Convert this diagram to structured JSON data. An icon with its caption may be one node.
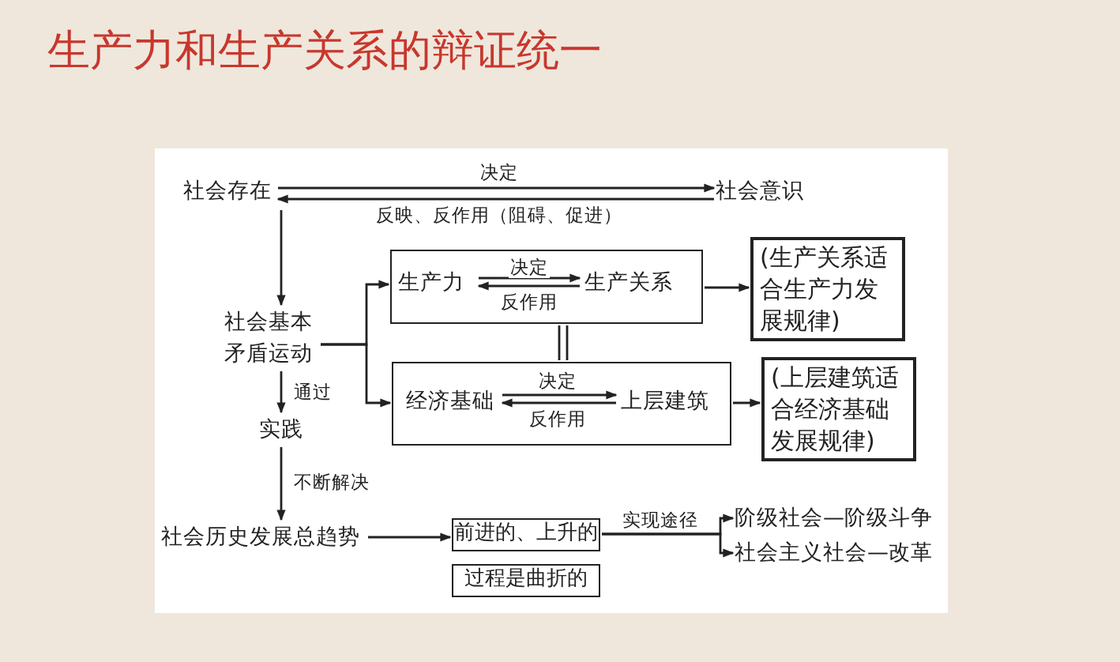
{
  "diagram": {
    "title": "生产力和生产关系的辩证统一",
    "nodes": [
      {
        "text": [
          "社会存在"
        ]
      },
      {
        "text": [
          "社会意识"
        ]
      },
      {
        "text": [
          "社会基本矛盾运动"
        ]
      },
      {
        "text": [
          "实践"
        ]
      },
      {
        "text": [
          "社会历史发展总趋势"
        ]
      },
      {
        "text": [],
        "shape": "box"
      },
      {
        "text": [
          "生产力"
        ],
        "in": 5
      },
      {
        "text": [
          "生产关系"
        ],
        "in": 5
      },
      {
        "text": [],
        "shape": "box"
      },
      {
        "text": [
          "经济基础"
        ],
        "in": 8
      },
      {
        "text": [
          "上层建筑"
        ],
        "in": 8
      },
      {
        "text": [
          "(生产关系适合生产力发展规律)"
        ]
      },
      {
        "text": [
          "(上层建筑适合经济基础发展规律)"
        ]
      },
      {
        "text": [
          "前进的、上升的"
        ]
      },
      {
        "text": [
          "过程是曲折的"
        ]
      },
      {
        "text": [
          "阶级社会—阶级斗争"
        ]
      },
      {
        "text": [
          "社会主义社会—改革"
        ]
      }
    ],
    "edges": [
      {
        "from": 0,
        "to": 1,
        "arrow": "to",
        "label": "决定"
      },
      {
        "from": 1,
        "to": 0,
        "arrow": "to",
        "label": "反映、反作用（阻碍、促进）"
      },
      {
        "from": 0,
        "to": 2,
        "arrow": "to"
      },
      {
        "from": 2,
        "to": 5,
        "arrow": "to"
      },
      {
        "from": 2,
        "to": 8,
        "arrow": "to"
      },
      {
        "from": 6,
        "to": 7,
        "arrow": "to",
        "label": "决定"
      },
      {
        "from": 7,
        "to": 6,
        "arrow": "to",
        "label": "反作用"
      },
      {
        "from": 5,
        "to": 8,
        "arrow": "none"
      },
      {
        "from": 9,
        "to": 10,
        "arrow": "to",
        "label": "决定"
      },
      {
        "from": 10,
        "to": 9,
        "arrow": "to",
        "label": "反作用"
      },
      {
        "from": 5,
        "to": 11,
        "arrow": "to"
      },
      {
        "from": 8,
        "to": 12,
        "arrow": "to"
      },
      {
        "from": 2,
        "to": 3,
        "arrow": "to",
        "label": "通过"
      },
      {
        "from": 3,
        "to": 4,
        "arrow": "to",
        "label": "不断解决"
      },
      {
        "from": 4,
        "to": 13,
        "arrow": "to"
      },
      {
        "from": 13,
        "to": 15,
        "arrow": "to",
        "label": "实现途径"
      },
      {
        "from": 13,
        "to": 16,
        "arrow": "to"
      }
    ]
  }
}
